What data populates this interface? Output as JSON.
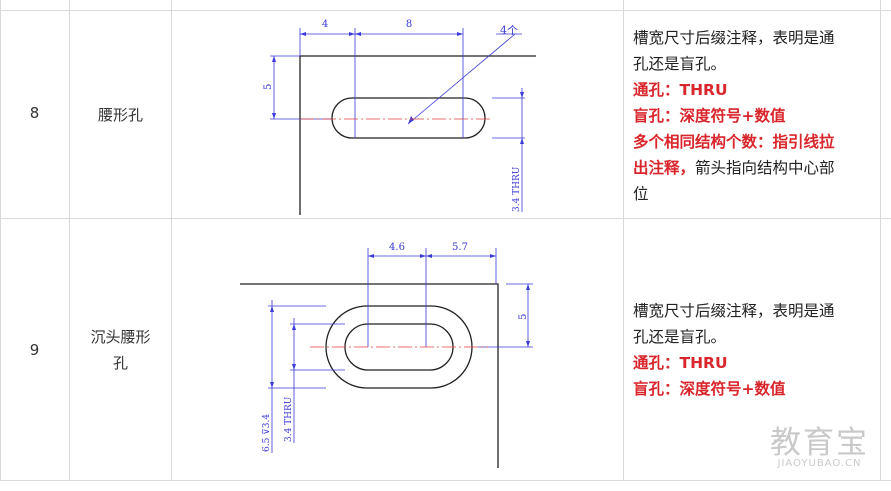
{
  "rows": [
    {
      "num": "8",
      "name": "腰形孔",
      "desc_lines": [
        {
          "text": "槽宽尺寸后缀注释，表明是通",
          "red": false
        },
        {
          "text": "孔还是盲孔。",
          "red": false
        },
        {
          "text": "通孔：THRU",
          "red": true
        },
        {
          "text": "盲孔：深度符号+数值",
          "red": true
        },
        {
          "text": "多个相同结构个数：指引线拉",
          "red": true
        },
        {
          "text": "出注释，",
          "red": true,
          "append": "箭头指向结构中心部"
        },
        {
          "text": "位",
          "red": false
        }
      ],
      "drawing": {
        "dim_top_left": "4",
        "dim_top_right": "8",
        "dim_count": "4个",
        "dim_side": "5",
        "dim_thru": "3.4 THRU"
      }
    },
    {
      "num": "9",
      "name_lines": [
        "沉头腰形",
        "孔"
      ],
      "desc_lines": [
        {
          "text": "槽宽尺寸后缀注释，表明是通",
          "red": false
        },
        {
          "text": "孔还是盲孔。",
          "red": false
        },
        {
          "text": "通孔：THRU",
          "red": true
        },
        {
          "text": "盲孔：深度符号+数值",
          "red": true
        }
      ],
      "drawing": {
        "dim_top_left": "4.6",
        "dim_top_right": "5.7",
        "dim_side": "5",
        "dim_depth": "6.5 ⊽3.4",
        "dim_thru": "3.4 THRU"
      }
    }
  ],
  "watermark": {
    "main": "教育宝",
    "sub": "JIAOYUBAO.CN"
  },
  "colors": {
    "dim_blue": "#3a3ad6",
    "center_red": "#e04040",
    "text_red": "#d9262c"
  }
}
